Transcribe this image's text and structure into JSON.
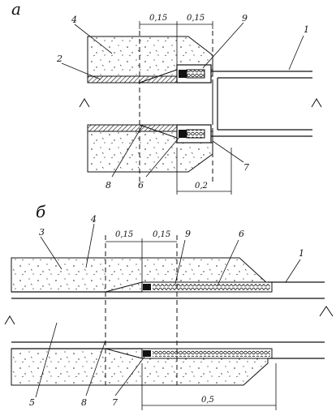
{
  "views": [
    {
      "label": "а",
      "dimensions": [
        "0,15",
        "0,15",
        "0,2"
      ],
      "callouts": [
        "1",
        "2",
        "4",
        "6",
        "7",
        "8",
        "9"
      ]
    },
    {
      "label": "б",
      "dimensions": [
        "0,15",
        "0,15",
        "0,5"
      ],
      "callouts": [
        "1",
        "3",
        "4",
        "5",
        "6",
        "7",
        "8",
        "9"
      ]
    }
  ],
  "colors": {
    "ink": "#111111",
    "paper": "#ffffff"
  }
}
